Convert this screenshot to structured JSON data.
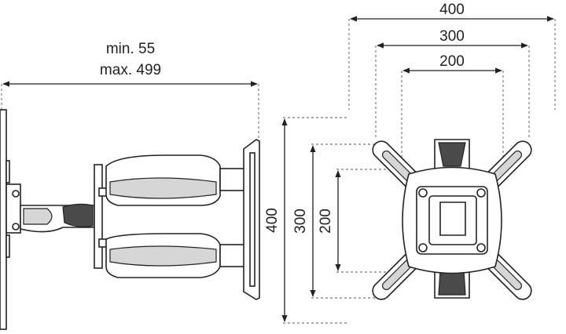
{
  "left_view": {
    "depth_min_label": "min. 55",
    "depth_max_label": "max. 499"
  },
  "right_view": {
    "horizontal_labels": [
      "400",
      "300",
      "200"
    ],
    "vertical_labels": [
      "400",
      "300",
      "200"
    ]
  }
}
